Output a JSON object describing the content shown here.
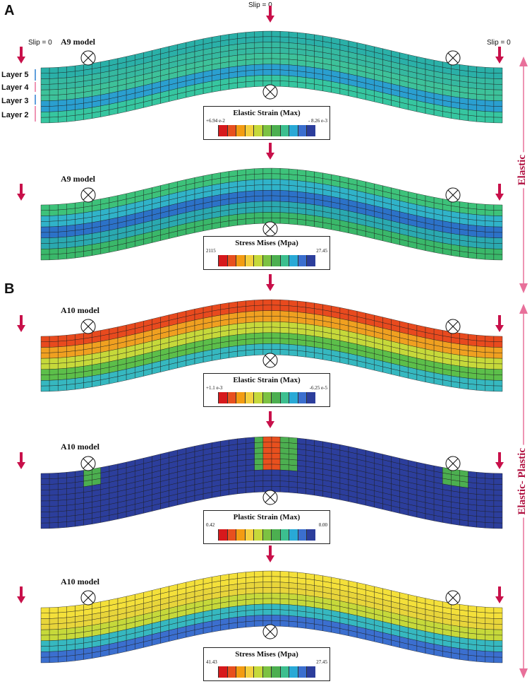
{
  "panels": [
    {
      "letter": "A"
    },
    {
      "letter": "B"
    }
  ],
  "slip_labels": {
    "top": "Slip = 0",
    "left": "Slip = 0",
    "right": "Slip = 0"
  },
  "layers": [
    "Layer 5",
    "Layer 4",
    "Layer 3",
    "Layer 2"
  ],
  "models": [
    {
      "title": "A9 model",
      "legend_title": "Elastic Strain (Max)",
      "legend_min": "+6.94 e-2",
      "legend_max": "- 8.26 e-3"
    },
    {
      "title": "A9 model",
      "legend_title": "Stress Mises (Mpa)",
      "legend_min": "2115",
      "legend_max": "27.45"
    },
    {
      "title": "A10 model",
      "legend_title": "Elastic Strain (Max)",
      "legend_min": "+1.1 e-3",
      "legend_max": "-6.25 e-5"
    },
    {
      "title": "A10 model",
      "legend_title": "Plastic Strain (Max)",
      "legend_min": "0.42",
      "legend_max": "0.00"
    },
    {
      "title": "A10 model",
      "legend_title": "Stress Mises (Mpa)",
      "legend_min": "41.43",
      "legend_max": "27.45"
    }
  ],
  "side_labels": {
    "elastic": "Elastic",
    "elastic_plastic": "Elastic- Plastic"
  },
  "colors": {
    "arrow": "#c8104a",
    "side_arrow": "#e8709a",
    "mesh_line": "#1a1a1a",
    "legend_scale": [
      "#d7191c",
      "#e8501e",
      "#f39c12",
      "#f4d03f",
      "#c6d93a",
      "#7cc242",
      "#4caf50",
      "#3cbf8f",
      "#29a9d6",
      "#3b6fcf",
      "#2c3e9c"
    ]
  }
}
